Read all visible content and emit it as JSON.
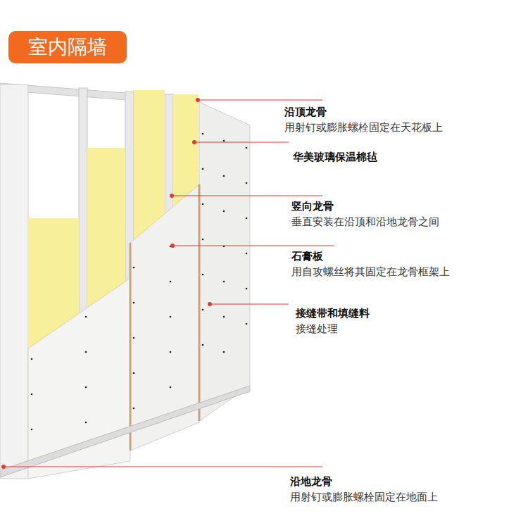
{
  "diagram": {
    "title": "室内隔墙",
    "labels": [
      "沿顶龙骨",
      "用射钉或膨胀螺栓固定在天花板上",
      "华美玻璃保温棉毡",
      "竖向龙骨",
      "垂直安装在沿顶和沿地龙骨之间",
      "石膏板",
      "用自攻螺丝将其固定在龙骨框架上",
      "接缝带和填缝料",
      "接缝处理",
      "沿地龙骨",
      "用射钉或膨胀螺栓固定在地面上"
    ]
  }
}
